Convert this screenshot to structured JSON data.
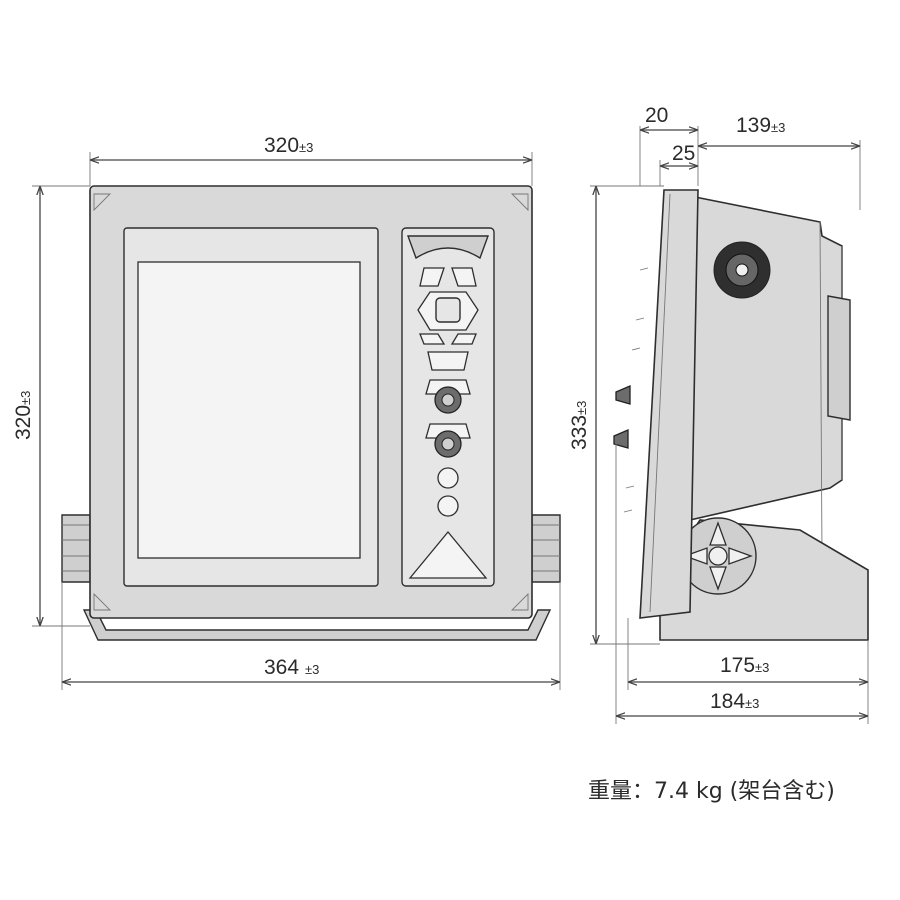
{
  "dimensions": {
    "front_width": {
      "value": "320",
      "tolerance": "±3"
    },
    "front_height": {
      "value": "320",
      "tolerance": "±3"
    },
    "bracket_width": {
      "value": "364",
      "tolerance": "±3"
    },
    "side_height": {
      "value": "333",
      "tolerance": "±3"
    },
    "side_bezel_depth": {
      "value": "20"
    },
    "side_knob_depth": {
      "value": "25"
    },
    "side_body_depth": {
      "value": "139",
      "tolerance": "±3"
    },
    "side_base_depth": {
      "value": "175",
      "tolerance": "±3"
    },
    "side_total_depth": {
      "value": "184",
      "tolerance": "±3"
    }
  },
  "weight_note": "重量：7.4 kg (架台含む)"
}
